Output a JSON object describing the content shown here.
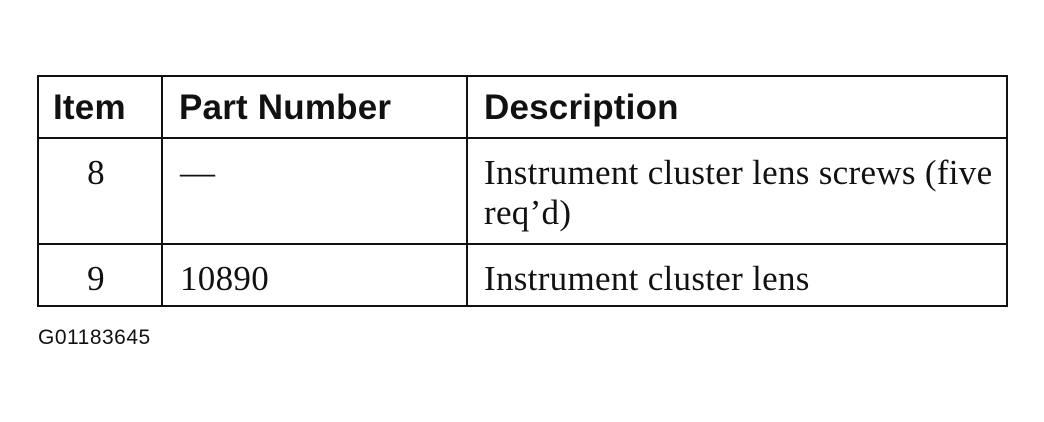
{
  "table": {
    "headers": {
      "item": "Item",
      "part_number": "Part Number",
      "description": "Description"
    },
    "rows": [
      {
        "item": "8",
        "part_number": "—",
        "description": "Instrument cluster lens screws (five req’d)"
      },
      {
        "item": "9",
        "part_number": "10890",
        "description": "Instrument cluster lens"
      }
    ]
  },
  "figure_id": "G01183645"
}
